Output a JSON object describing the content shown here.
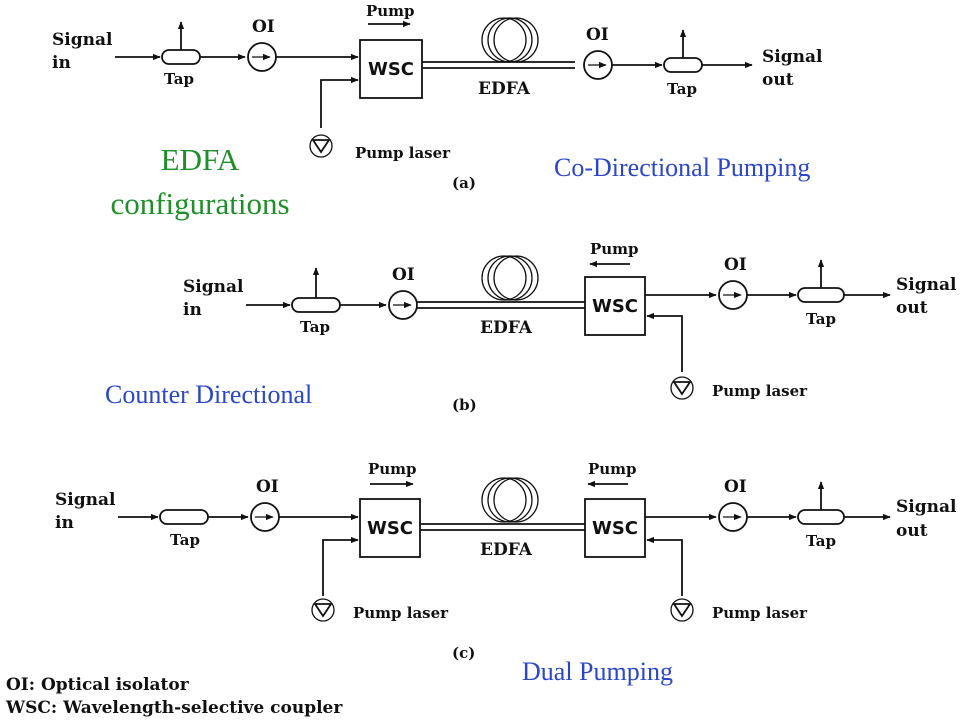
{
  "title": {
    "line1": "EDFA",
    "line2": "configurations"
  },
  "colors": {
    "caption_blue": "#2b46c8",
    "title_green": "#1f8f2a",
    "ink": "#111111"
  },
  "labels": {
    "signal_in": [
      "Signal",
      "in"
    ],
    "signal_out": [
      "Signal",
      "out"
    ],
    "tap": "Tap",
    "oi": "OI",
    "wsc": "WSC",
    "edfa": "EDFA",
    "pump": "Pump",
    "pump_laser": "Pump laser"
  },
  "configs": {
    "a": {
      "tag": "(a)",
      "caption": "Co-Directional Pumping"
    },
    "b": {
      "tag": "(b)",
      "caption": "Counter Directional"
    },
    "c": {
      "tag": "(c)",
      "caption": "Dual Pumping"
    }
  },
  "legend": {
    "line1": "OI: Optical isolator",
    "line2": "WSC: Wavelength-selective coupler"
  }
}
